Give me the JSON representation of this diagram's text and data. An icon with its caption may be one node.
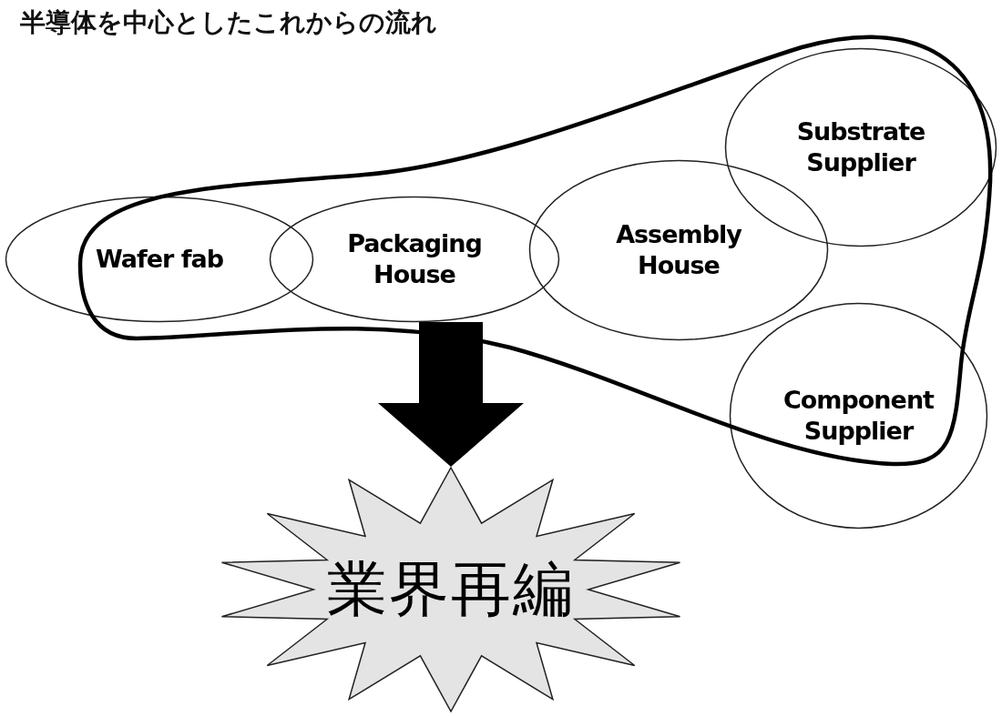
{
  "diagram": {
    "title": "半導体を中心としたこれからの流れ",
    "nodes": [
      {
        "text": [
          "Wafer fab"
        ]
      },
      {
        "text": [
          "Packaging House"
        ]
      },
      {
        "text": [
          "Substrate Supplier"
        ]
      },
      {
        "text": [
          "Component Supplier"
        ]
      },
      {
        "text": [
          "Assembly House"
        ]
      },
      {
        "text": [
          "業界再編"
        ]
      }
    ],
    "edges": [
      {
        "from": 1,
        "to": 5,
        "arrow": "to"
      }
    ]
  }
}
